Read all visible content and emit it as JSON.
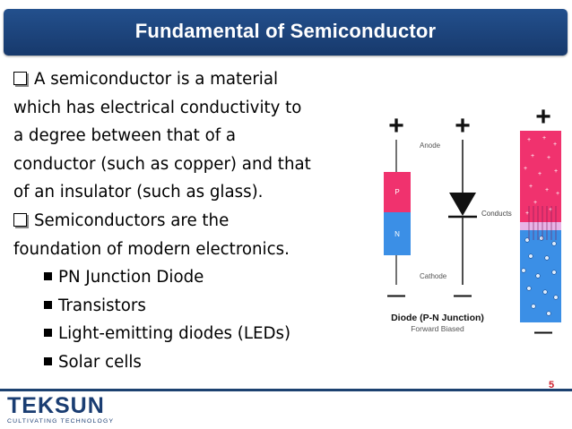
{
  "slide": {
    "title": "Fundamental of Semiconductor",
    "number": "5"
  },
  "bullets": {
    "main": [
      {
        "lines": [
          "A semiconductor is a material",
          "which has electrical conductivity to",
          "a degree between that of a",
          "conductor (such as copper) and that",
          "of an insulator (such as glass)."
        ]
      },
      {
        "lines": [
          "Semiconductors are the",
          "foundation of modern electronics."
        ]
      }
    ],
    "sub": [
      "PN Junction Diode",
      "Transistors",
      "Light-emitting diodes (LEDs)",
      "Solar cells"
    ]
  },
  "diagram": {
    "plus": "+",
    "minus": "—",
    "anode": "Anode",
    "cathode": "Cathode",
    "conducts": "Conducts",
    "p": "P",
    "n": "N",
    "caption": "Diode (P-N Junction)",
    "subcaption": "Forward Biased",
    "colors": {
      "p_region": "#f0326e",
      "n_region": "#3b8fe6",
      "junction": "#e8b3e6"
    }
  },
  "logo": {
    "name": "TEKSUN",
    "tagline": "CULTIVATING TECHNOLOGY"
  }
}
